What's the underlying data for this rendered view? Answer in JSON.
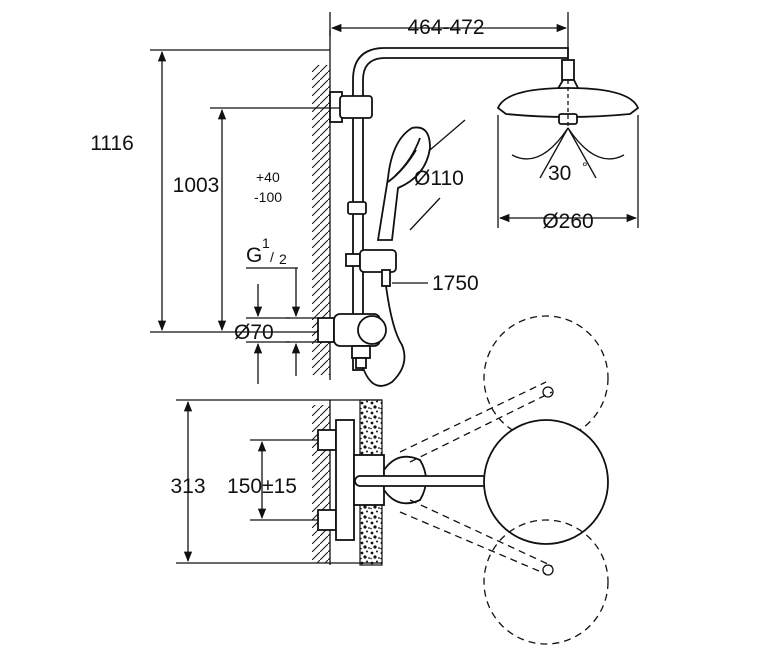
{
  "dimensions": {
    "arm_reach": "464-472",
    "total_height": "1116",
    "mixer_to_head": "1003",
    "tol_plus": "+40",
    "tol_minus": "-100",
    "thread_g": "G",
    "thread_num": "1",
    "thread_den": "2",
    "escutcheon": "Ø70",
    "hand_shower": "Ø110",
    "head_tilt": "30",
    "head_tilt_unit": "°",
    "head_diameter": "Ø260",
    "hose_length": "1750",
    "mixer_depth": "313",
    "centres": "150±15"
  }
}
